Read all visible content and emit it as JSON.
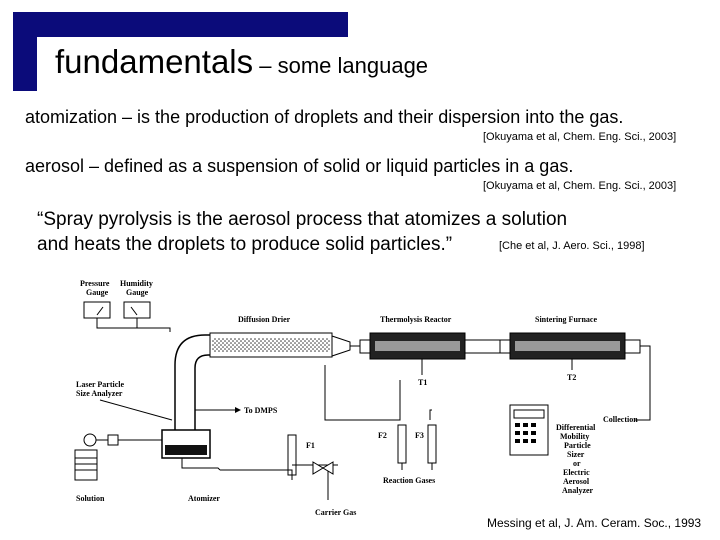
{
  "slide": {
    "title_main": "fundamentals",
    "title_sub": " – some language",
    "def1": {
      "text": "atomization – is the production of droplets and their dispersion into the gas.",
      "citation": "[Okuyama et al, Chem. Eng. Sci., 2003]"
    },
    "def2": {
      "text": "aerosol – defined as a suspension of solid or liquid particles in a gas.",
      "citation": "[Okuyama et al, Chem. Eng. Sci., 2003]"
    },
    "quote": {
      "line1": "“Spray pyrolysis is the aerosol process that atomizes a solution",
      "line2": "and heats the droplets to produce solid particles.”",
      "citation": "[Che et al, J. Aero. Sci., 1998]"
    },
    "figure_citation": "Messing et al, J. Am. Ceram. Soc., 1993"
  },
  "diagram": {
    "labels": {
      "pressure_gauge": [
        "Pressure",
        "Gauge"
      ],
      "humidity_gauge": [
        "Humidity",
        "Gauge"
      ],
      "diffusion_drier": "Diffusion Drier",
      "thermolysis_reactor": "Thermolysis Reactor",
      "sintering_furnace": "Sintering Furnace",
      "t1": "T1",
      "t2": "T2",
      "laser_analyzer": [
        "Laser Particle",
        "Size Analyzer"
      ],
      "to_dmps": "To DMPS",
      "collection": "Collection",
      "f1": "F1",
      "f2": "F2",
      "f3": "F3",
      "reaction_gases": "Reaction Gases",
      "dmps_box": [
        "Differential",
        "Mobility",
        "Particle",
        "Sizer",
        "or",
        "Electric",
        "Aerosol",
        "Analyzer"
      ],
      "solution": "Solution",
      "atomizer": "Atomizer",
      "carrier_gas": "Carrier Gas"
    }
  }
}
